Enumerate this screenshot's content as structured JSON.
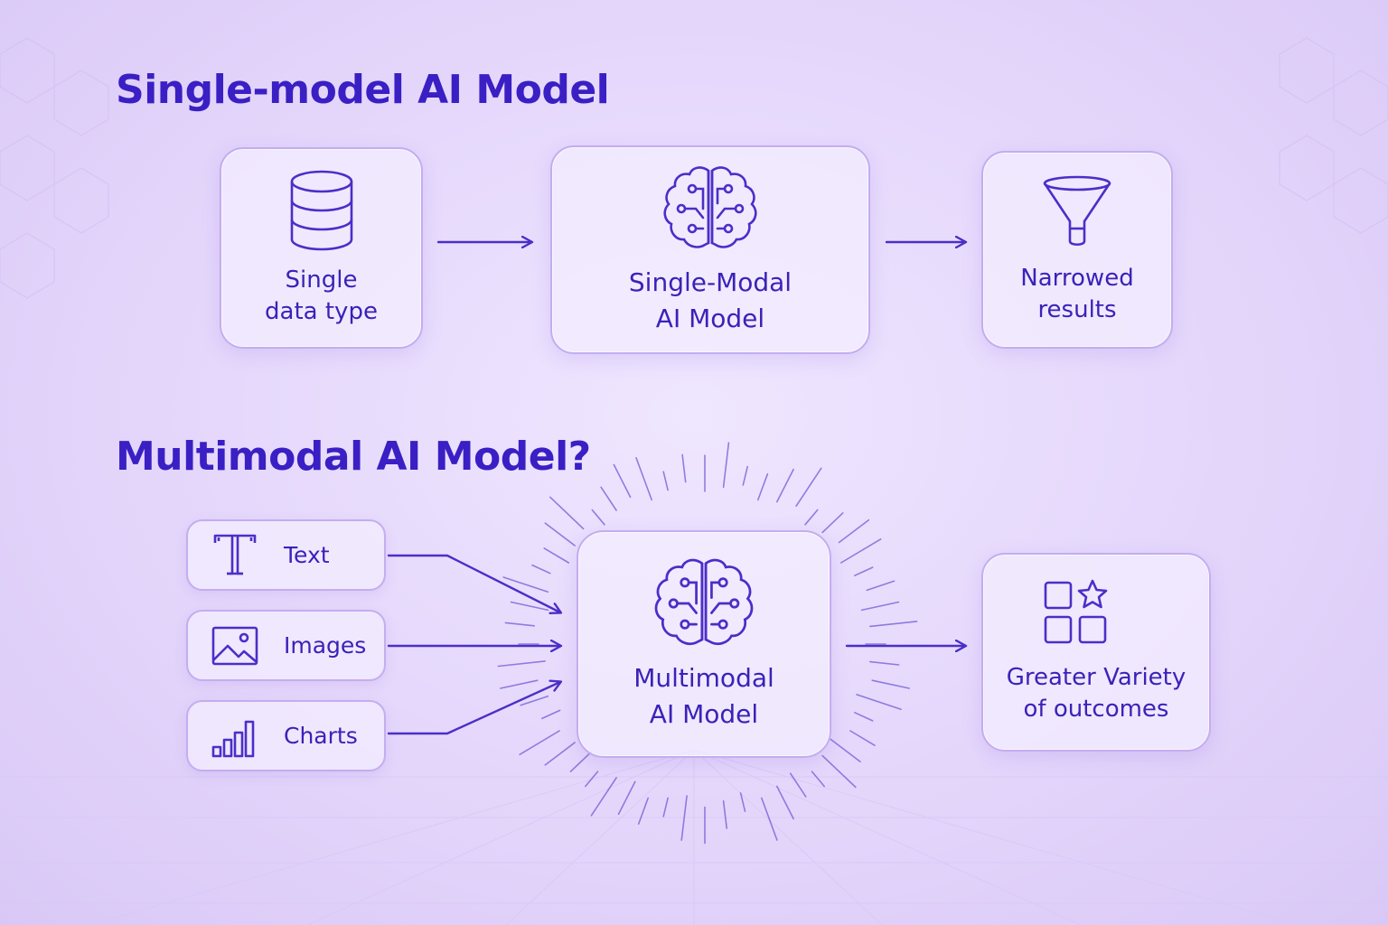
{
  "sections": {
    "single": {
      "title": "Single-model AI Model",
      "nodes": [
        {
          "label": "Single\ndata type",
          "icon": "database-icon"
        },
        {
          "label": "Single-Modal\nAI Model",
          "icon": "brain-circuit-icon"
        },
        {
          "label": "Narrowed\nresults",
          "icon": "funnel-icon"
        }
      ]
    },
    "multi": {
      "title": "Multimodal AI Model?",
      "inputs": [
        {
          "label": "Text",
          "icon": "text-icon"
        },
        {
          "label": "Images",
          "icon": "image-icon"
        },
        {
          "label": "Charts",
          "icon": "bar-chart-icon"
        }
      ],
      "model": {
        "label": "Multimodal\nAI Model",
        "icon": "brain-circuit-icon"
      },
      "output": {
        "label": "Greater Variety\nof outcomes",
        "icon": "shapes-grid-icon"
      }
    }
  },
  "colors": {
    "accent": "#3a1fc4",
    "stroke": "#4a2fc8",
    "card_border": "#c3adf0",
    "background": "#e4d6fb"
  }
}
